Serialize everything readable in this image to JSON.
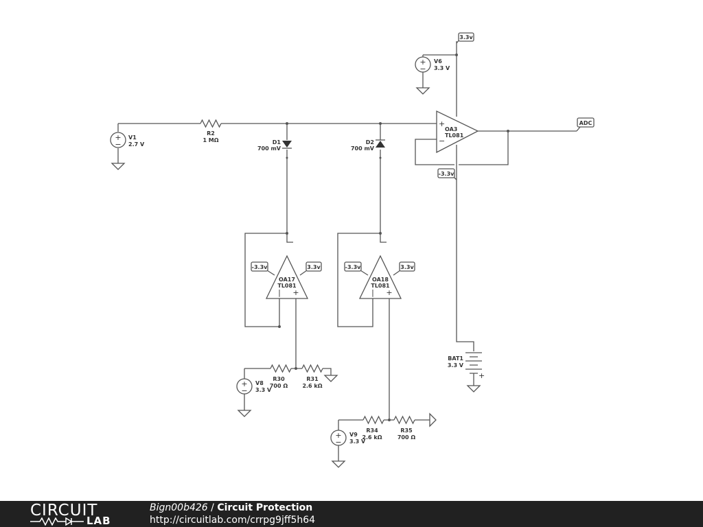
{
  "schematic": {
    "V1": {
      "name": "V1",
      "value": "2.7 V"
    },
    "R2": {
      "name": "R2",
      "value": "1 MΩ"
    },
    "D1": {
      "name": "D1",
      "value": "700 mV"
    },
    "D2": {
      "name": "D2",
      "value": "700 mV"
    },
    "V6": {
      "name": "V6",
      "value": "3.3 V"
    },
    "OA3": {
      "name": "OA3",
      "value": "TL081"
    },
    "OA17": {
      "name": "OA17",
      "value": "TL081"
    },
    "OA18": {
      "name": "OA18",
      "value": "TL081"
    },
    "BAT1": {
      "name": "BAT1",
      "value": "3.3 V"
    },
    "V8": {
      "name": "V8",
      "value": "3.3 V"
    },
    "R30": {
      "name": "R30",
      "value": "700 Ω"
    },
    "R31": {
      "name": "R31",
      "value": "2.6 kΩ"
    },
    "V9": {
      "name": "V9",
      "value": "3.3 V"
    },
    "R34": {
      "name": "R34",
      "value": "2.6 kΩ"
    },
    "R35": {
      "name": "R35",
      "value": "700 Ω"
    },
    "tags": {
      "pos": "3.3v",
      "neg": "-3.3v",
      "adc": "ADC"
    },
    "signs": {
      "plus": "+",
      "minus": "−",
      "bar": "|"
    }
  },
  "footer": {
    "logo_top": "CIRCUIT",
    "logo_bottom": "LAB",
    "author": "Bign00b426",
    "separator": " / ",
    "title": "Circuit Protection",
    "url": "http://circuitlab.com/crrpg9jff5h64"
  }
}
